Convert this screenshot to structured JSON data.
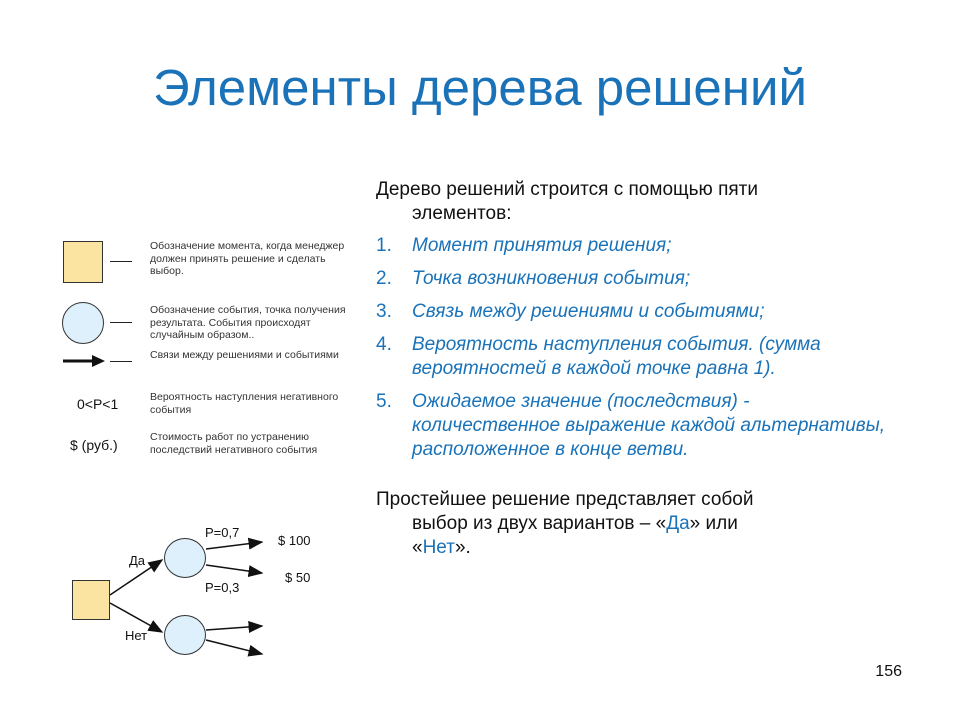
{
  "title": "Элементы дерева решений",
  "legend": {
    "decision": "Обозначение момента, когда менеджер должен принять решение и сделать выбор.",
    "event": "Обозначение события, точка получения результата. События происходят случайным образом..",
    "links": "Связи между решениями и событиями",
    "probability_symbol": "0<P<1",
    "probability": "Вероятность наступления негативного события",
    "cost_symbol": "$ (руб.)",
    "cost": "Стоимость работ по устранению последствий негативного события"
  },
  "tree": {
    "yes": "Да",
    "no": "Нет",
    "p1": "P=0,7",
    "p2": "P=0,3",
    "v1": "$ 100",
    "v2": "$ 50"
  },
  "content": {
    "intro_line1": "Дерево решений строится с помощью пяти",
    "intro_line2": "элементов:",
    "items": [
      {
        "num": "1.",
        "text": "Момент принятия решения;"
      },
      {
        "num": "2.",
        "text": "Точка возникновения события;"
      },
      {
        "num": "3.",
        "text": "Связь между решениями и событиями;"
      },
      {
        "num": "4.",
        "text": "Вероятность наступления события. (сумма вероятностей в каждой точке равна 1)."
      },
      {
        "num": "5.",
        "text": "Ожидаемое значение (последствия) - количественное выражение каждой альтернативы, расположенное в конце ветви."
      }
    ],
    "closing_line1": "Простейшее решение представляет собой",
    "closing_line2_pre": "выбор из двух вариантов – «",
    "closing_yes": "Да",
    "closing_line2_post": "» или",
    "closing_line3_pre": "«",
    "closing_no": "Нет",
    "closing_line3_post": "»."
  },
  "page_number": "156",
  "colors": {
    "accent": "#1a72b8",
    "square_fill": "#fbe3a1",
    "circle_fill": "#ddf0fb"
  }
}
